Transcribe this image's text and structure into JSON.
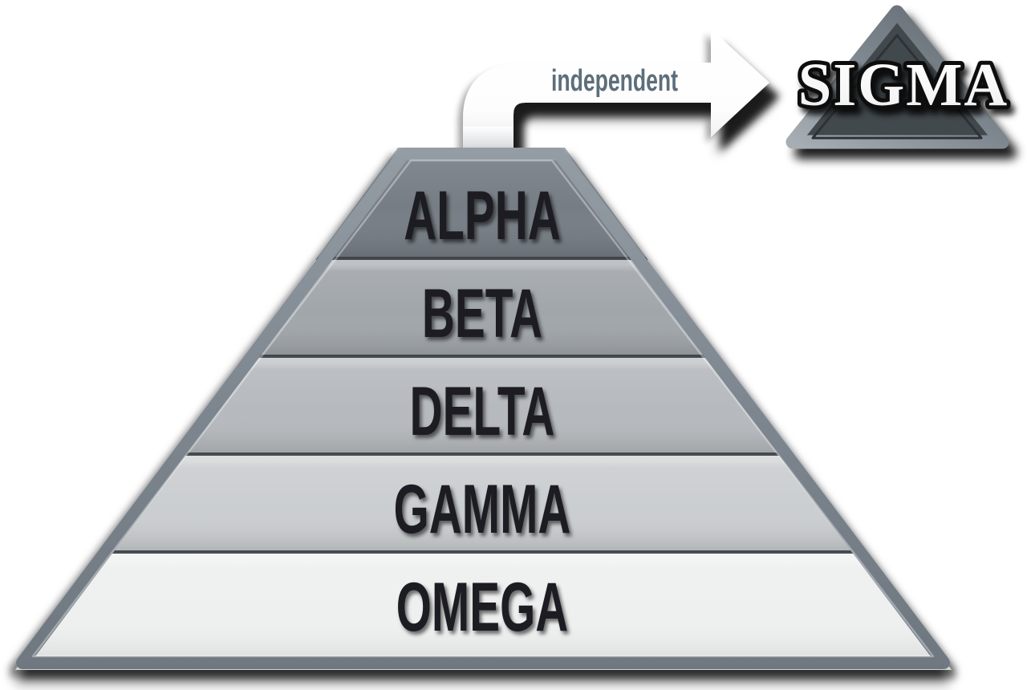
{
  "canvas": {
    "background": "#ffffff"
  },
  "pyramid": {
    "levels": [
      {
        "label": "ALPHA",
        "fill": "#767d84"
      },
      {
        "label": "BETA",
        "fill": "#a1a6ab"
      },
      {
        "label": "DELTA",
        "fill": "#b6babe"
      },
      {
        "label": "GAMMA",
        "fill": "#cbced0"
      },
      {
        "label": "OMEGA",
        "fill": "#eeefef"
      }
    ],
    "label_color": "#1a1d20",
    "border_color": "#828b93",
    "divider_color": "#3a4045"
  },
  "arrow": {
    "label": "independent",
    "label_color": "#5d6e7b",
    "fill": "#ffffff"
  },
  "sigma_logo": {
    "label": "SIGMA",
    "text_color": "#ffffff",
    "face_color": "#43494e",
    "border_color": "#7e878f"
  }
}
